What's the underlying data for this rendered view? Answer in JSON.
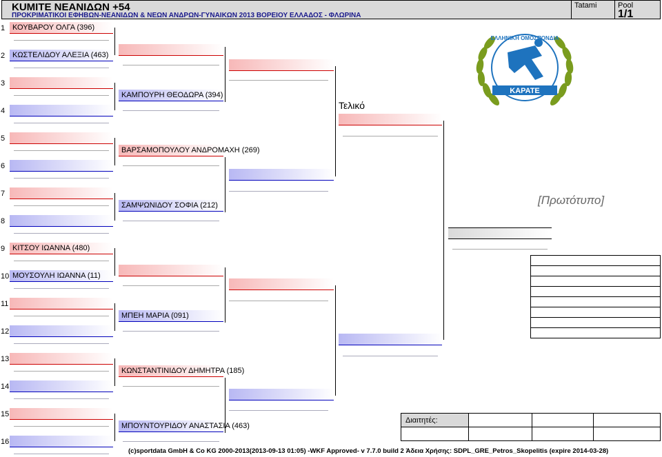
{
  "header": {
    "title": "KUMITE ΝΕΑΝΙΔΩΝ +54",
    "subtitle": "ΠΡΟΚΡΙΜΑΤΙΚΟΙ ΕΦΗΒΩΝ-ΝΕΑΝΙΔΩΝ & ΝΕΩΝ ΑΝΔΡΩΝ-ΓΥΝΑΙΚΩΝ 2013 ΒΟΡΕΙΟΥ ΕΛΛΑΔΟΣ - ΦΛΩΡΙΝΑ",
    "tatami_label": "Tatami",
    "pool_label": "Pool",
    "pool_value": "1/1"
  },
  "round1": [
    {
      "num": "1",
      "name": "ΚΟΥΒΑΡΟΥ ΟΛΓΑ (396)"
    },
    {
      "num": "2",
      "name": "ΚΩΣΤΕΛΙΔΟΥ ΑΛΕΞΙΑ (463)"
    },
    {
      "num": "3",
      "name": ""
    },
    {
      "num": "4",
      "name": ""
    },
    {
      "num": "5",
      "name": ""
    },
    {
      "num": "6",
      "name": ""
    },
    {
      "num": "7",
      "name": ""
    },
    {
      "num": "8",
      "name": ""
    },
    {
      "num": "9",
      "name": "ΚΙΤΣΟΥ ΙΩΑΝΝΑ (480)"
    },
    {
      "num": "10",
      "name": "ΜΟΥΣΟΥΛΗ ΙΩΑΝΝΑ (11)"
    },
    {
      "num": "11",
      "name": ""
    },
    {
      "num": "12",
      "name": ""
    },
    {
      "num": "13",
      "name": ""
    },
    {
      "num": "14",
      "name": ""
    },
    {
      "num": "15",
      "name": ""
    },
    {
      "num": "16",
      "name": ""
    }
  ],
  "round2": [
    {
      "name": ""
    },
    {
      "name": "ΚΑΜΠΟΥΡΗ ΘΕΟΔΩΡΑ (394)"
    },
    {
      "name": "ΒΑΡΣΑΜΟΠΟΥΛΟΥ ΑΝΔΡΟΜΑΧΗ (269)"
    },
    {
      "name": "ΣΑΜΨΩΝΙΔΟΥ ΣΟΦΙΑ (212)"
    },
    {
      "name": ""
    },
    {
      "name": "ΜΠΕΗ ΜΑΡΙΑ (091)"
    },
    {
      "name": "ΚΩΝΣΤΑΝΤΙΝΙΔΟΥ ΔΗΜΗΤΡΑ (185)"
    },
    {
      "name": "ΜΠΟΥΝΤΟΥΡΙΔΟΥ ΑΝΑΣΤΑΣΙΑ (463)"
    }
  ],
  "final_label": "Τελικό",
  "prototype_label": "[Πρωτότυπο]",
  "judges_label": "Διαιτητές:",
  "footer": "(c)sportdata GmbH & Co KG 2000-2013(2013-09-13 01:05) -WKF Approved- v 7.7.0 build 2 Άδεια Χρήσης: SDPL_GRE_Petros_Skopelitis (expire 2014-03-28)",
  "logo": {
    "text_top": "ΕΛΛΗΝΙΚΗ ΟΜΟΣΠΟΝΔΙΑ",
    "text_band": "ΚΑΡΑΤΕ",
    "icon": "karate-federation-logo"
  },
  "colors": {
    "red": "#cc0000",
    "blue": "#0000bb",
    "header_bg": "#d9d9d9"
  }
}
